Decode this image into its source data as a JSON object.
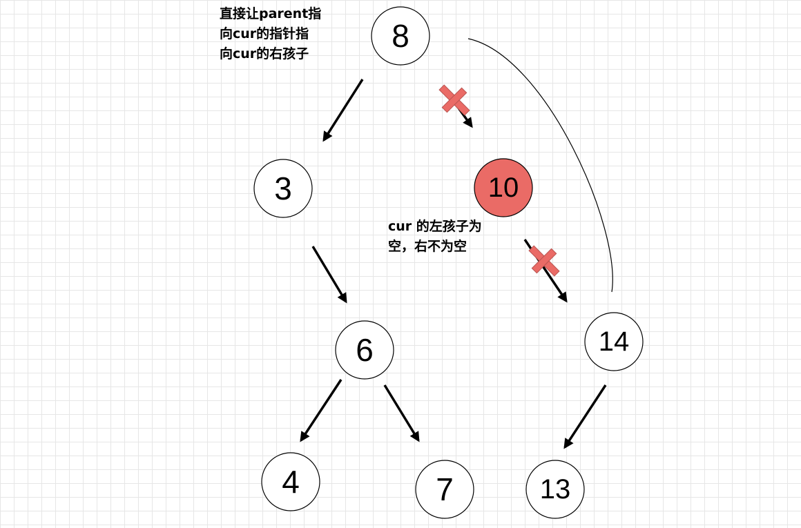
{
  "colors": {
    "removed_node_fill": "#ea6b66",
    "cross_mark": "#ea6b66",
    "edge": "#000000",
    "grid": "#e6e6e6"
  },
  "nodes": [
    {
      "id": "n8",
      "label": "8"
    },
    {
      "id": "n3",
      "label": "3"
    },
    {
      "id": "n10",
      "label": "10",
      "highlighted": true
    },
    {
      "id": "n6",
      "label": "6"
    },
    {
      "id": "n14",
      "label": "14"
    },
    {
      "id": "n4",
      "label": "4"
    },
    {
      "id": "n7",
      "label": "7"
    },
    {
      "id": "n13",
      "label": "13"
    }
  ],
  "edges": [
    {
      "from": "8",
      "to": "3"
    },
    {
      "from": "8",
      "to": "10",
      "crossed": true
    },
    {
      "from": "3",
      "to": "6"
    },
    {
      "from": "10",
      "to": "14",
      "crossed": true
    },
    {
      "from": "6",
      "to": "4"
    },
    {
      "from": "6",
      "to": "7"
    },
    {
      "from": "14",
      "to": "13"
    },
    {
      "from": "8",
      "to": "14",
      "style": "curve"
    }
  ],
  "annotations": {
    "parent_note": "直接让parent指\n向cur的指针指\n向cur的右孩子",
    "cur_note": "cur 的左孩子为\n空，右不为空"
  }
}
